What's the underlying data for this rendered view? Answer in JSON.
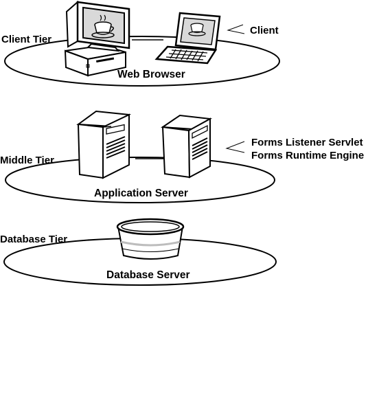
{
  "tiers": {
    "client": {
      "tier_label": "Client Tier",
      "platform_label": "Web Browser",
      "callout": "Client"
    },
    "middle": {
      "tier_label": "Middle Tier",
      "platform_label": "Application Server",
      "callouts": [
        "Forms Listener Servlet",
        "Forms Runtime Engine"
      ]
    },
    "database": {
      "tier_label": "Database Tier",
      "platform_label": "Database Server"
    }
  },
  "icons": [
    "desktop-computer-icon",
    "laptop-icon",
    "server-tower-icon",
    "database-icon"
  ],
  "colors": {
    "ink": "#000000",
    "paper": "#ffffff",
    "shade": "#bdbdbd"
  }
}
